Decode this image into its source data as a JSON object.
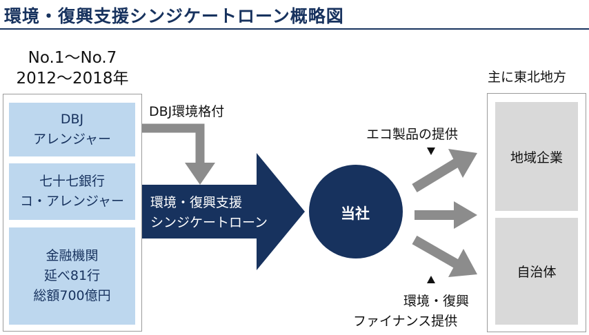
{
  "title": "環境・復興支援シンジケートローン概略図",
  "period": {
    "numbers": "No.1～No.7",
    "years": "2012～2018年"
  },
  "arrangers": [
    {
      "lines": [
        "DBJ",
        "アレンジャー"
      ]
    },
    {
      "lines": [
        "七十七銀行",
        "コ・アレンジャー"
      ]
    },
    {
      "lines": [
        "金融機関",
        "延べ81行",
        "総額700億円"
      ]
    }
  ],
  "rating_label": "DBJ環境格付",
  "loan_arrow": {
    "lines": [
      "環境・復興支援",
      "シンジケートローン"
    ]
  },
  "company": "当社",
  "eco_label": "エコ製品の提供",
  "finance_label": {
    "lines": [
      "環境・復興",
      "ファイナンス提供"
    ]
  },
  "region_label": "主に東北地方",
  "beneficiaries": [
    "地域企業",
    "自治体"
  ],
  "colors": {
    "navy": "#17325e",
    "light_blue": "#bdd7ee",
    "gray_box": "#d9d9d9",
    "arrow_gray": "#8c8c8c"
  }
}
